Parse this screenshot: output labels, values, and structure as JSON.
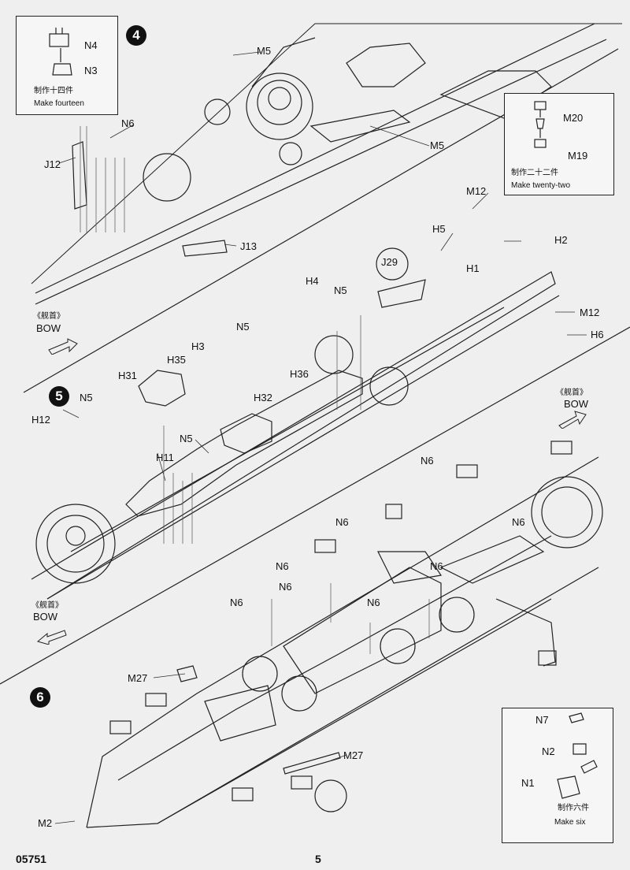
{
  "footer": {
    "catalog": "05751",
    "page_number": "5"
  },
  "steps": [
    {
      "number": "4"
    },
    {
      "number": "5"
    },
    {
      "number": "6"
    }
  ],
  "insets": {
    "n4n3": {
      "part_a": "N4",
      "part_b": "N3",
      "zh": "制作十四件",
      "en": "Make fourteen"
    },
    "m20m19": {
      "part_a": "M20",
      "part_b": "M19",
      "zh": "制作二十二件",
      "en": "Make twenty-two"
    },
    "n7n2n1": {
      "part_a": "N7",
      "part_b": "N2",
      "part_c": "N1",
      "zh": "制作六件",
      "en": "Make six"
    }
  },
  "bow": {
    "zh": "《舰首》",
    "en": "BOW"
  },
  "step4_labels": {
    "m5_top": "M5",
    "n6": "N6",
    "j12": "J12",
    "m5_mid": "M5",
    "j13": "J13"
  },
  "step5_labels": {
    "m12_top": "M12",
    "h5": "H5",
    "h1": "H1",
    "h2": "H2",
    "j29": "J29",
    "h4": "H4",
    "n5_a": "N5",
    "n5_b": "N5",
    "h3": "H3",
    "h35": "H35",
    "h31": "H31",
    "h36": "H36",
    "h32": "H32",
    "m12_right": "M12",
    "h6": "H6",
    "n5_c": "N5",
    "h12": "H12",
    "h11": "H11",
    "n5_d": "N5"
  },
  "step6_labels": {
    "n6_a": "N6",
    "n6_b": "N6",
    "n6_c": "N6",
    "n6_d": "N6",
    "n6_e": "N6",
    "n6_f": "N6",
    "n6_g": "N6",
    "n6_h": "N6",
    "m27_left": "M27",
    "m27_right": "M27",
    "m2": "M2"
  }
}
